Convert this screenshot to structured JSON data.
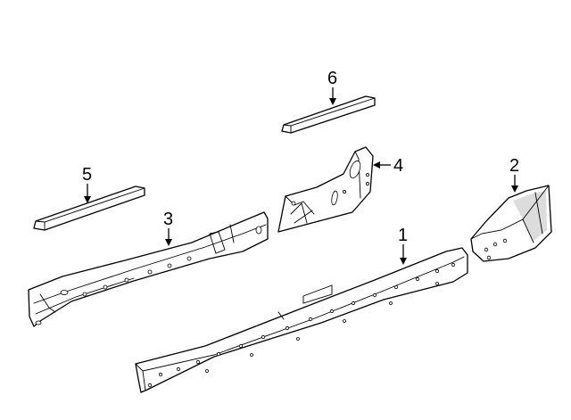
{
  "diagram": {
    "callouts": [
      {
        "id": "1",
        "label": "1"
      },
      {
        "id": "2",
        "label": "2"
      },
      {
        "id": "3",
        "label": "3"
      },
      {
        "id": "4",
        "label": "4"
      },
      {
        "id": "5",
        "label": "5"
      },
      {
        "id": "6",
        "label": "6"
      }
    ],
    "colors": {
      "line": "#000000",
      "fill": "#ffffff",
      "shade": "#dcdcdc"
    }
  }
}
